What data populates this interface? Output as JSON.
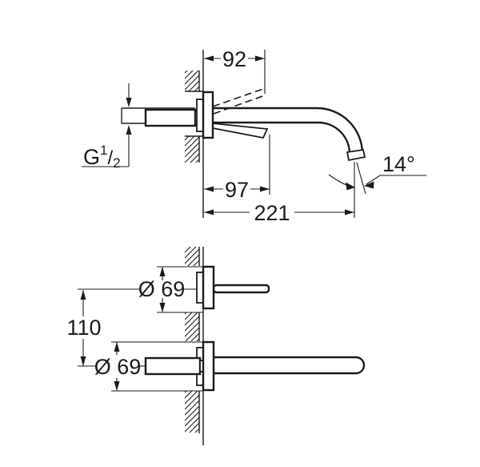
{
  "colors": {
    "ink": "#1b1b1b",
    "background": "#ffffff"
  },
  "top_view": {
    "dim_wall_to_lever_up": "92",
    "dim_wall_to_lever": "97",
    "dim_spout_reach": "221",
    "outlet_angle": "14°",
    "thread_size": {
      "prefix": "G",
      "sup": "1",
      "slash": "/",
      "sub": "2"
    }
  },
  "bottom_view": {
    "upper_escutcheon_diameter": "Ø 69",
    "port_center_distance": "110",
    "lower_escutcheon_diameter": "Ø 69"
  }
}
